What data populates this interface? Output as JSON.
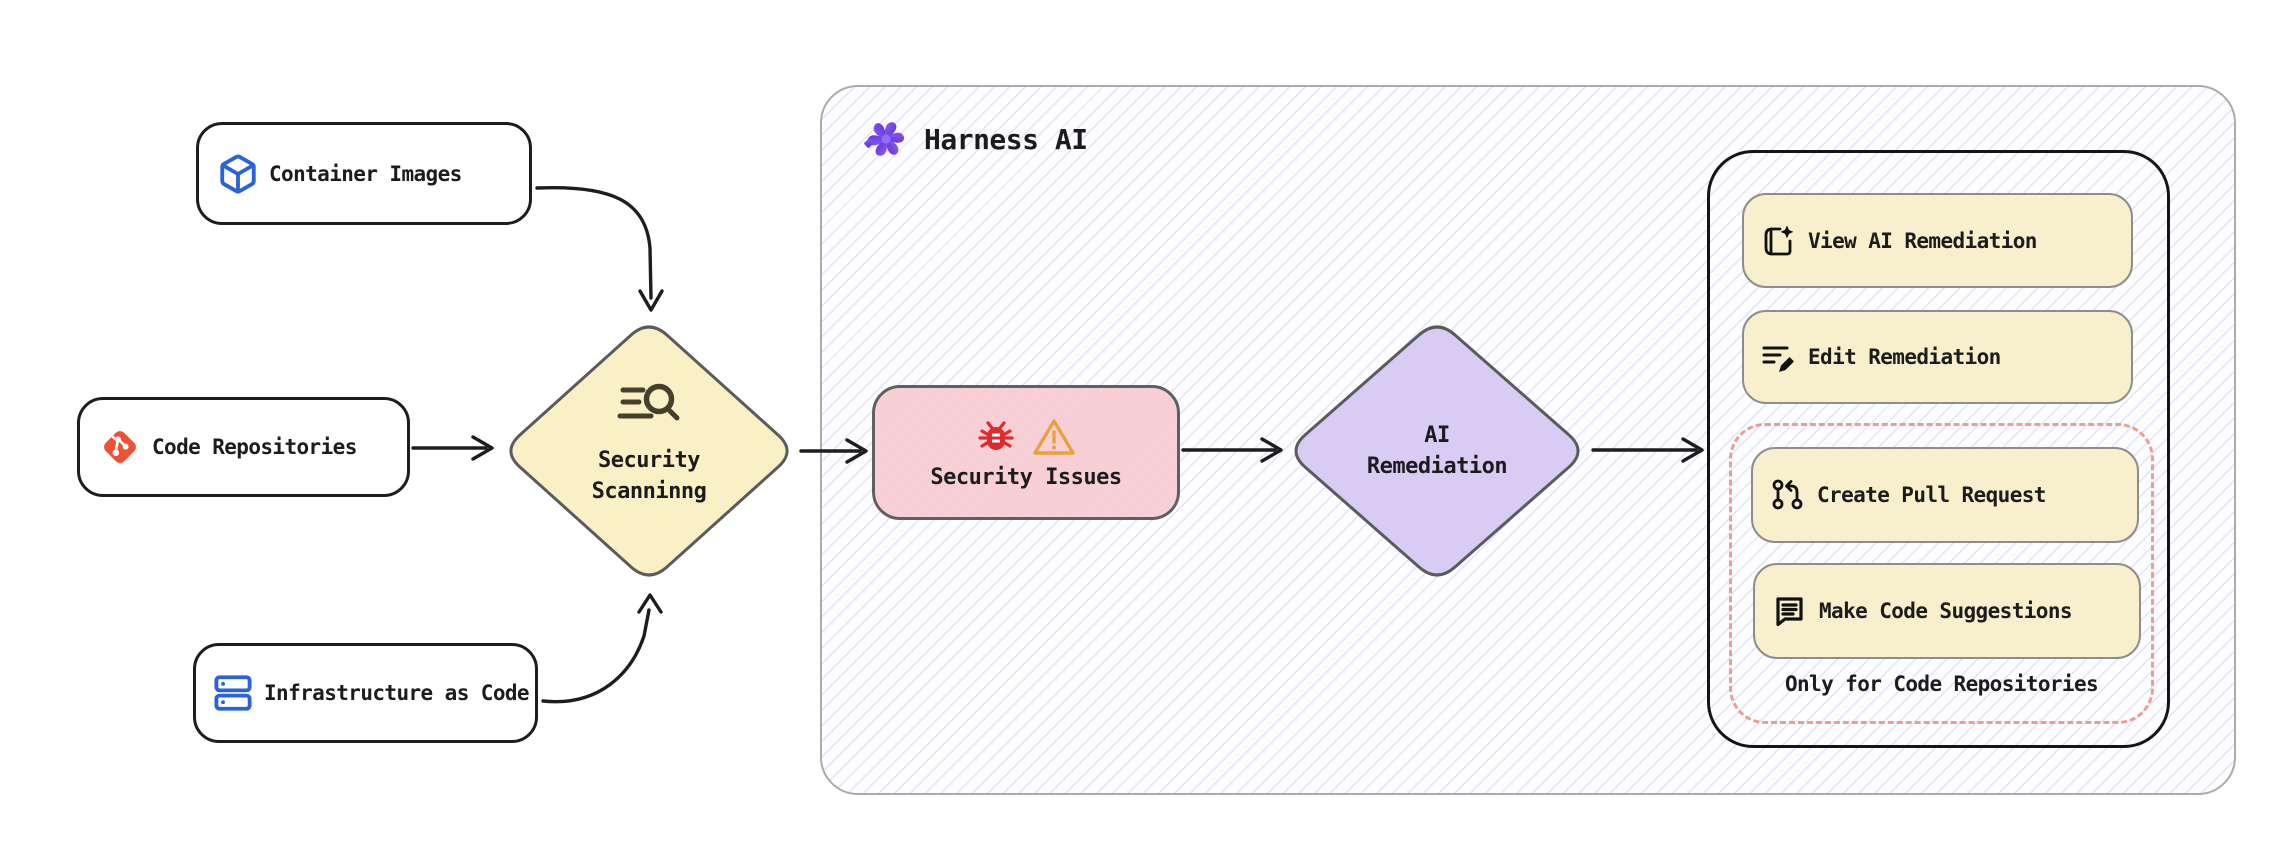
{
  "sources": {
    "container_images": {
      "label": "Container Images",
      "icon": "cube-icon"
    },
    "code_repositories": {
      "label": "Code Repositories",
      "icon": "git-icon"
    },
    "infrastructure_as_code": {
      "label": "Infrastructure as Code",
      "icon": "server-icon"
    }
  },
  "scanning": {
    "line1": "Security",
    "line2": "Scanninng",
    "icon": "search-list-icon"
  },
  "harness": {
    "title": "Harness AI",
    "icon": "harness-ai-logo-icon"
  },
  "issues": {
    "label": "Security Issues",
    "icons": [
      "bug-icon",
      "warning-icon"
    ]
  },
  "remediation": {
    "line1": "AI",
    "line2": "Remediation"
  },
  "actions": {
    "view": {
      "label": "View AI Remediation",
      "icon": "journal-sparkle-icon"
    },
    "edit": {
      "label": "Edit Remediation",
      "icon": "list-pencil-icon"
    },
    "create_pr": {
      "label": "Create Pull Request",
      "icon": "pull-request-icon"
    },
    "suggest": {
      "label": "Make Code Suggestions",
      "icon": "chat-lines-icon"
    },
    "note": "Only for Code Repositories"
  },
  "colors": {
    "scanning_diamond_fill": "#FAF0C6",
    "remediation_diamond_fill": "#D8CCF5",
    "issues_fill": "#F6CBD1",
    "button_fill": "#F8EFC8",
    "dashed_group_border": "#EF9D92",
    "git_red": "#F05133",
    "icon_blue": "#2962D9",
    "bug_red": "#E02B2B",
    "warning_orange": "#E9A23B",
    "harness_purple": "#6A3BF5",
    "hatch_line": "#9494E2",
    "panel_border": "#ABABAB",
    "dark_border": "#141414"
  }
}
